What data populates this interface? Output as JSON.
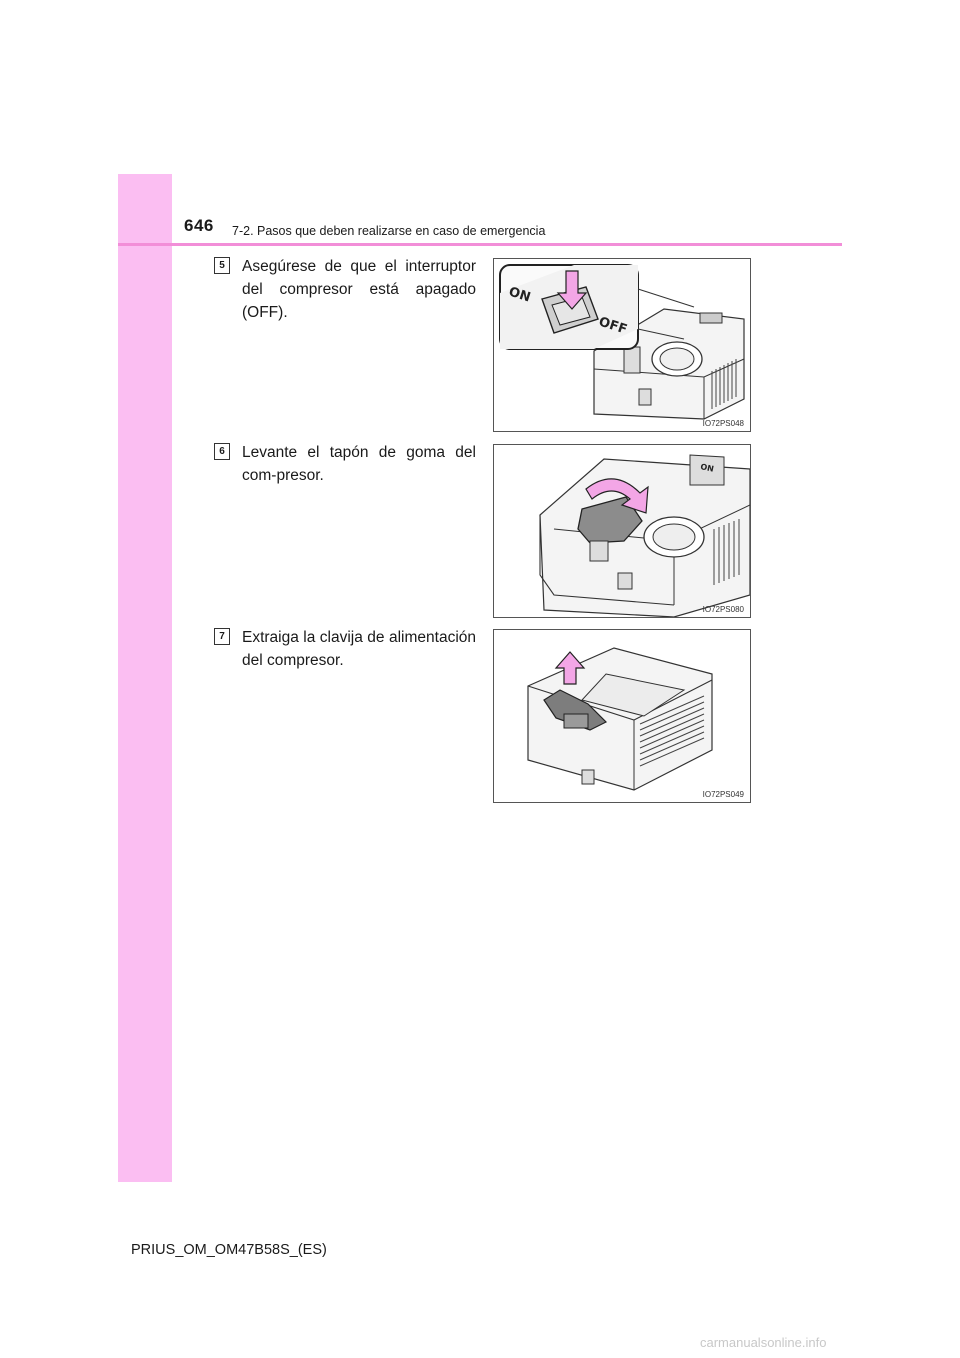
{
  "header": {
    "page_number": "646",
    "section_title": "7-2. Pasos que deben realizarse en caso de emergencia"
  },
  "steps": [
    {
      "marker": "5",
      "text": "Asegúrese de que el interruptor del compresor está apagado (OFF).",
      "figure": {
        "code": "IO72PS048",
        "switch_on_label": "ON",
        "switch_off_label": "OFF"
      }
    },
    {
      "marker": "6",
      "text": "Levante el tapón de goma del com-presor.",
      "figure": {
        "code": "IO72PS080",
        "switch_on_label": "ON"
      }
    },
    {
      "marker": "7",
      "text": "Extraiga la clavija de alimentación del compresor.",
      "figure": {
        "code": "IO72PS049"
      }
    }
  ],
  "footer": {
    "doc_id": "PRIUS_OM_OM47B58S_(ES)"
  },
  "watermark": {
    "text": "carmanualsonline.info"
  },
  "colors": {
    "side_band": "#fbbef2",
    "header_rule": "#f28ed8",
    "arrow": "#f3a6e6"
  }
}
